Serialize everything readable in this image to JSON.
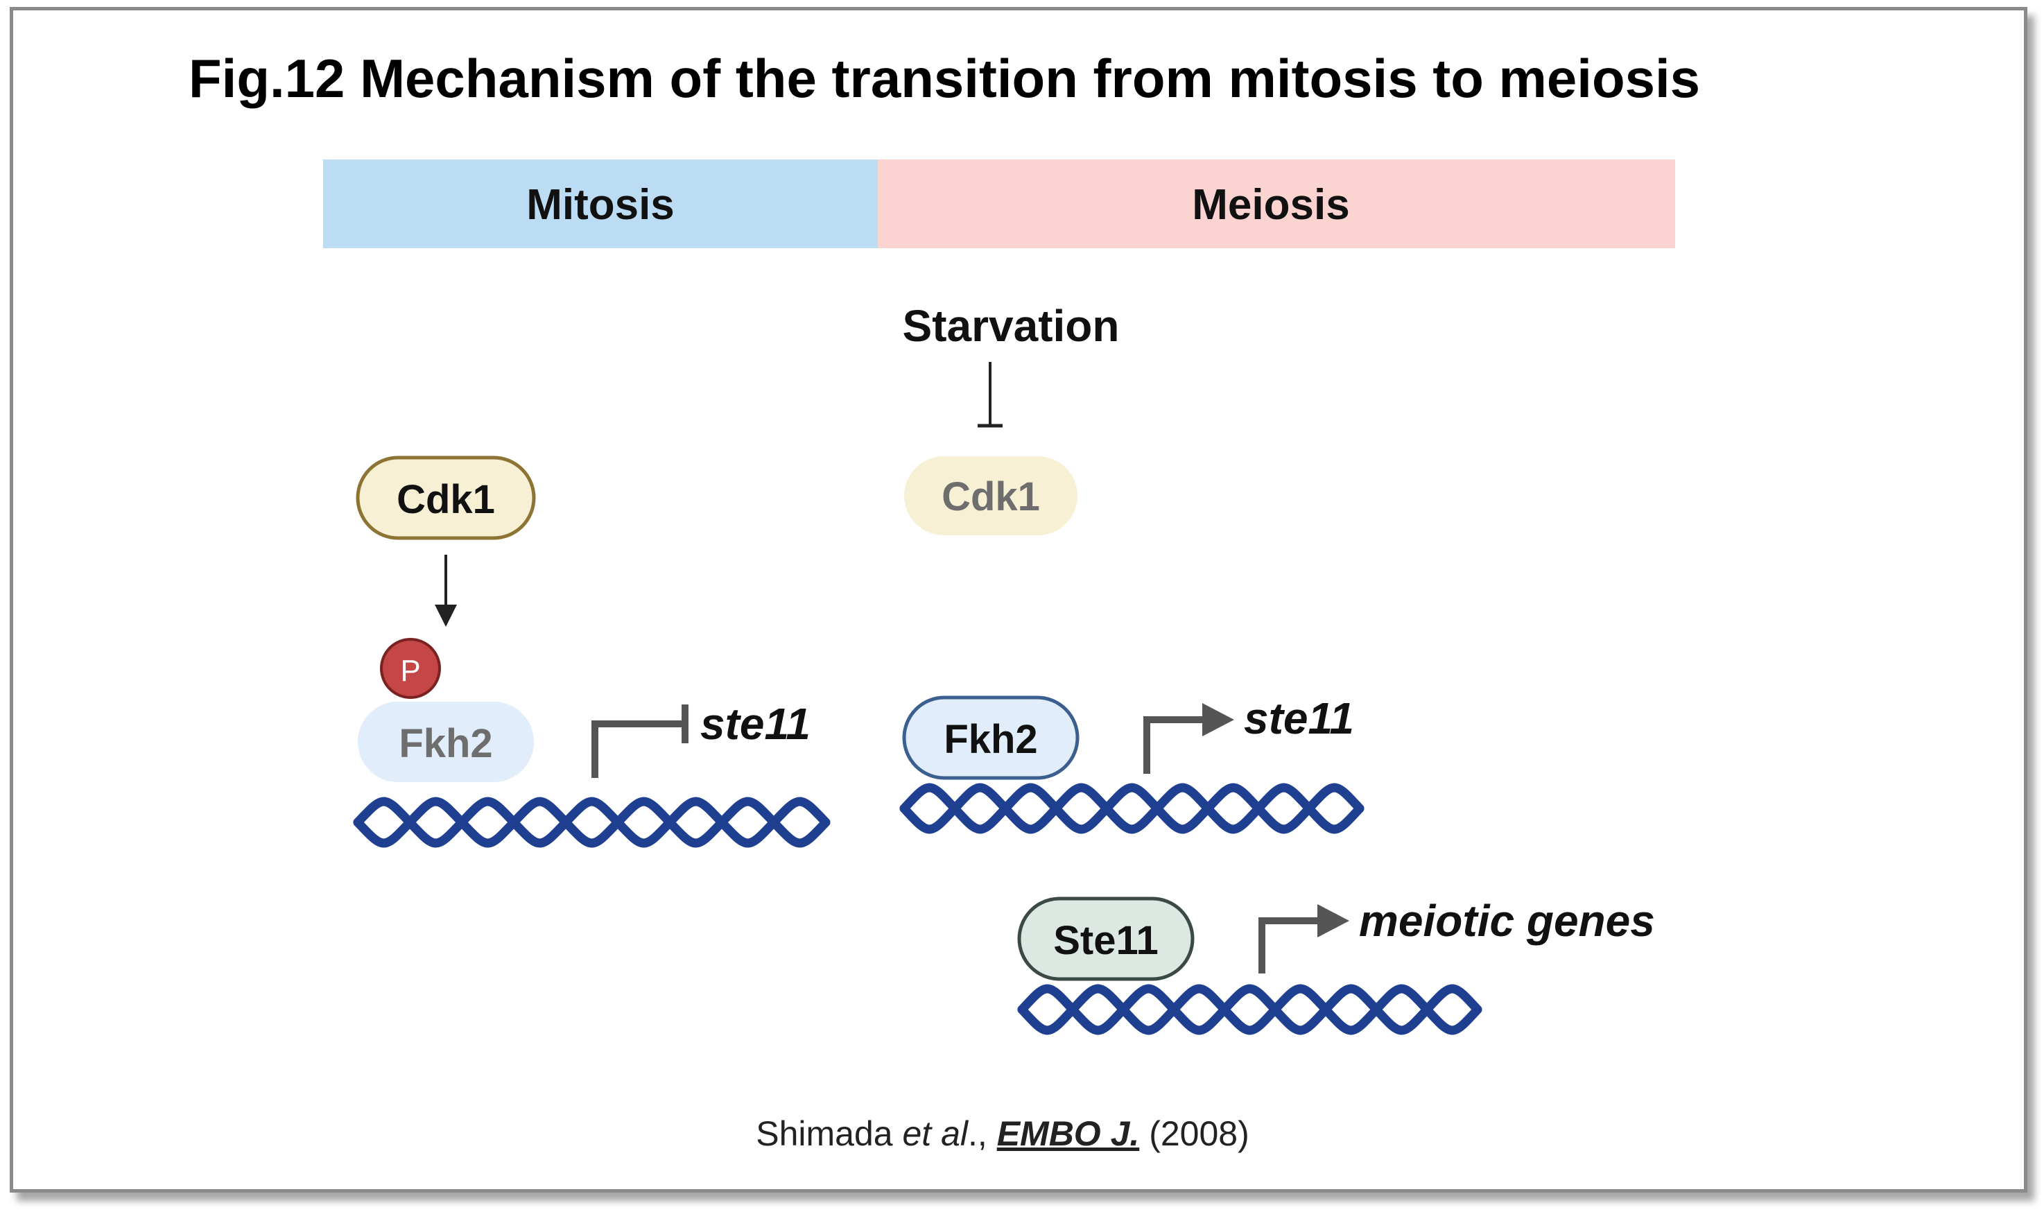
{
  "figure": {
    "title": "Fig.12 Mechanism of  the transition from mitosis to meiosis",
    "phases": {
      "mitosis": "Mitosis",
      "meiosis": "Meiosis"
    },
    "starvation": "Starvation",
    "mitosis_panel": {
      "kinase": "Cdk1",
      "phospho": "P",
      "factor": "Fkh2",
      "gene": "ste11"
    },
    "meiosis_panel": {
      "kinase": "Cdk1",
      "factor": "Fkh2",
      "gene": "ste11",
      "regulator": "Ste11",
      "target_genes": "meiotic genes"
    },
    "citation": {
      "author": "Shimada ",
      "etal": "et al",
      "sep": "., ",
      "journal": "EMBO J.",
      "year": " (2008)"
    },
    "colors": {
      "mitosis_band": "#bcdcf4",
      "meiosis_band": "#fbd3d1",
      "dna": "#1f3f91",
      "cdk1_fill": "#f7f0d5",
      "cdk1_border": "#8d7434",
      "fkh2_fill": "#e1edfa",
      "fkh2_border": "#3b5f8e",
      "ste11_fill": "#dde8e2",
      "ste11_border": "#3b4a44",
      "phospho": "#c44647"
    }
  }
}
